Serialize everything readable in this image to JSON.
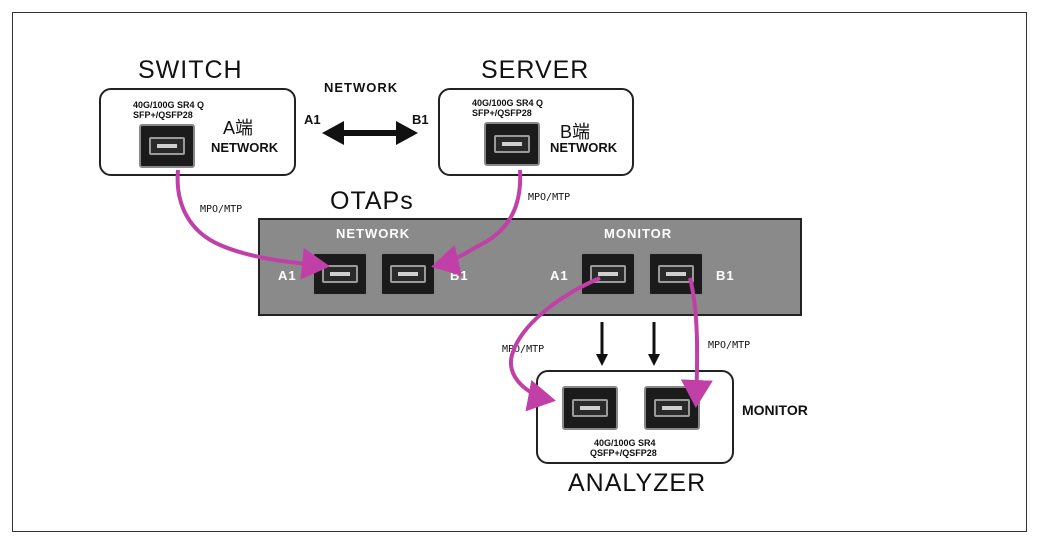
{
  "switch": {
    "title": "SWITCH",
    "spec_line1": "40G/100G SR4 Q",
    "spec_line2": "SFP+/QSFP28",
    "port_label": "A端",
    "role": "NETWORK"
  },
  "server": {
    "title": "SERVER",
    "spec_line1": "40G/100G SR4 Q",
    "spec_line2": "SFP+/QSFP28",
    "port_label": "B端",
    "role": "NETWORK"
  },
  "link": {
    "label": "NETWORK",
    "left_end": "A1",
    "right_end": "B1"
  },
  "otaps": {
    "title": "OTAPs",
    "network_section": "NETWORK",
    "monitor_section": "MONITOR",
    "net_a": "A1",
    "net_b": "B1",
    "mon_a": "A1",
    "mon_b": "B1"
  },
  "cables": {
    "left_top": "MPO/MTP",
    "right_top": "MPO/MTP",
    "left_bottom": "MPO/MTP",
    "right_bottom": "MPO/MTP"
  },
  "analyzer": {
    "title": "ANALYZER",
    "side_label": "MONITOR",
    "spec_line1": "40G/100G SR4",
    "spec_line2": "QSFP+/QSFP28"
  },
  "colors": {
    "fiber": "#c040a8",
    "otap_body": "#8a8a8a",
    "port": "#1b1b1b"
  }
}
